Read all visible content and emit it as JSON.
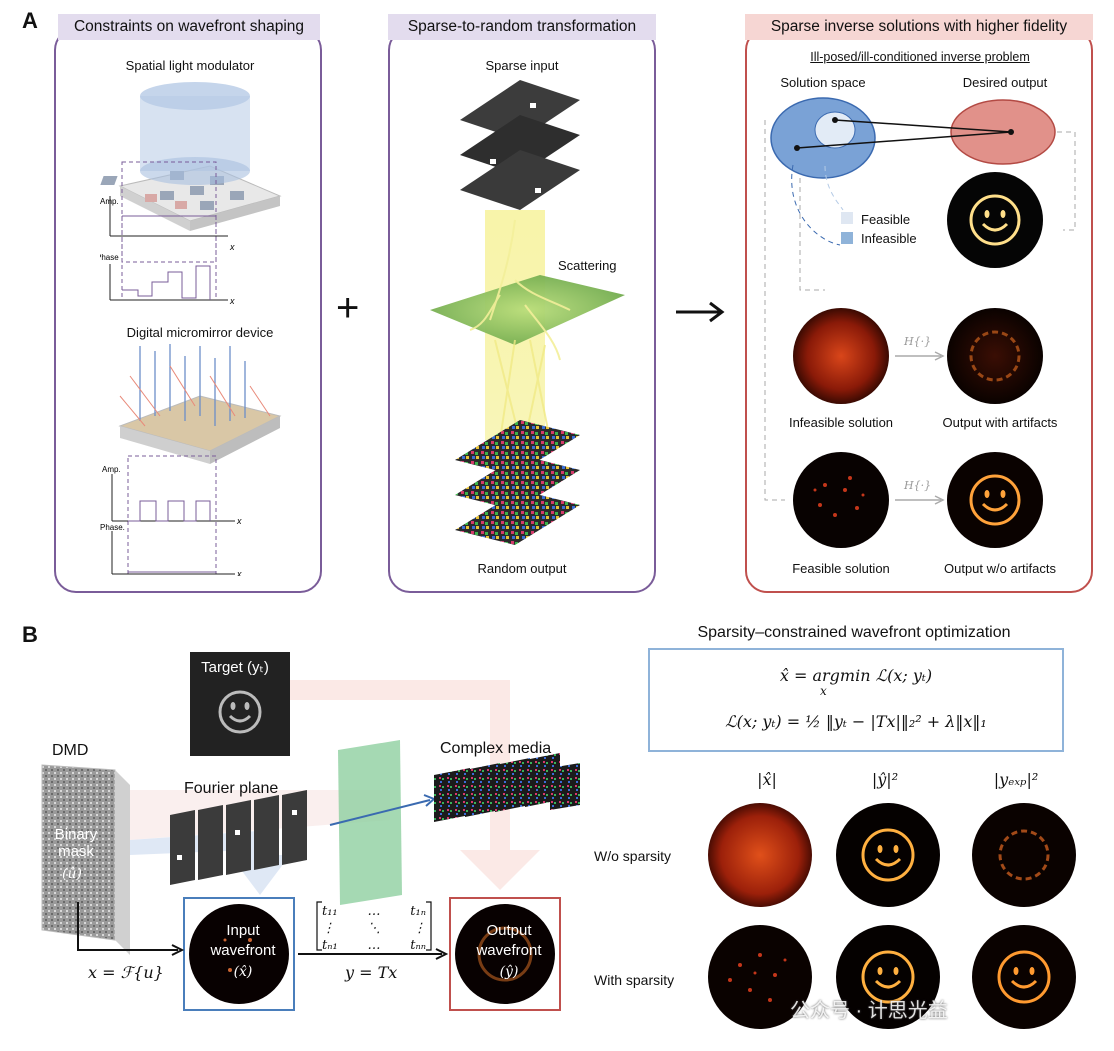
{
  "panelA": {
    "letter": "A",
    "col1": {
      "header": "Constraints on wavefront shaping",
      "slm_label": "Spatial light modulator",
      "dmd_label": "Digital micromirror device",
      "amp": "Amp.",
      "phase": "Phase",
      "phase2": "Phase.",
      "x": "x"
    },
    "plus": "+",
    "col2": {
      "header": "Sparse-to-random transformation",
      "sparse_input": "Sparse input",
      "scattering": "Scattering",
      "random_output": "Random output"
    },
    "arrow": "→",
    "col3": {
      "header": "Sparse inverse solutions with higher fidelity",
      "subtitle": "Ill-posed/ill-conditioned inverse problem",
      "solution_space": "Solution space",
      "desired_output": "Desired output",
      "feasible": "Feasible",
      "infeasible": "Infeasible",
      "operator": "H{·}",
      "infeasible_solution": "Infeasible solution",
      "output_with_artifacts": "Output with artifacts",
      "feasible_solution": "Feasible solution",
      "output_wo_artifacts": "Output w/o artifacts"
    }
  },
  "panelB": {
    "letter": "B",
    "dmd": "DMD",
    "binary_mask": "Binary mask",
    "u_hat": "(û)",
    "target": "Target (yₜ)",
    "fourier_plane": "Fourier plane",
    "complex_media": "Complex media",
    "input_wavefront_1": "Input",
    "input_wavefront_2": "wavefront",
    "x_hat": "(x̂)",
    "output_wavefront_1": "Output",
    "output_wavefront_2": "wavefront",
    "y_hat": "(ŷ)",
    "eq_x": "x = ℱ{u}",
    "eq_y": "y = Tx",
    "matrix": {
      "r1": [
        "t₁₁",
        "…",
        "t₁ₙ"
      ],
      "r2": [
        "⋮",
        "⋱",
        "⋮"
      ],
      "r3": [
        "tₙ₁",
        "…",
        "tₙₙ"
      ]
    },
    "opt_title": "Sparsity–constrained wavefront optimization",
    "eq1": "x̂ = argmin ℒ(x; yₜ)",
    "eq1_sub": "x",
    "eq2": "ℒ(x; yₜ) = ½ ‖yₜ − |Tx|‖₂² + λ‖x‖₁",
    "col_heads": [
      "|x̂|",
      "|ŷ|²",
      "|yₑₓₚ|²"
    ],
    "row_wo": "W/o sparsity",
    "row_with": "With sparsity",
    "watermark": "公众号 · 计思光益"
  },
  "colors": {
    "purple": "#7a5c99",
    "red": "#c0504d",
    "blue_box": "#4a7ebb",
    "light_blue_box": "#8fb3d9"
  }
}
